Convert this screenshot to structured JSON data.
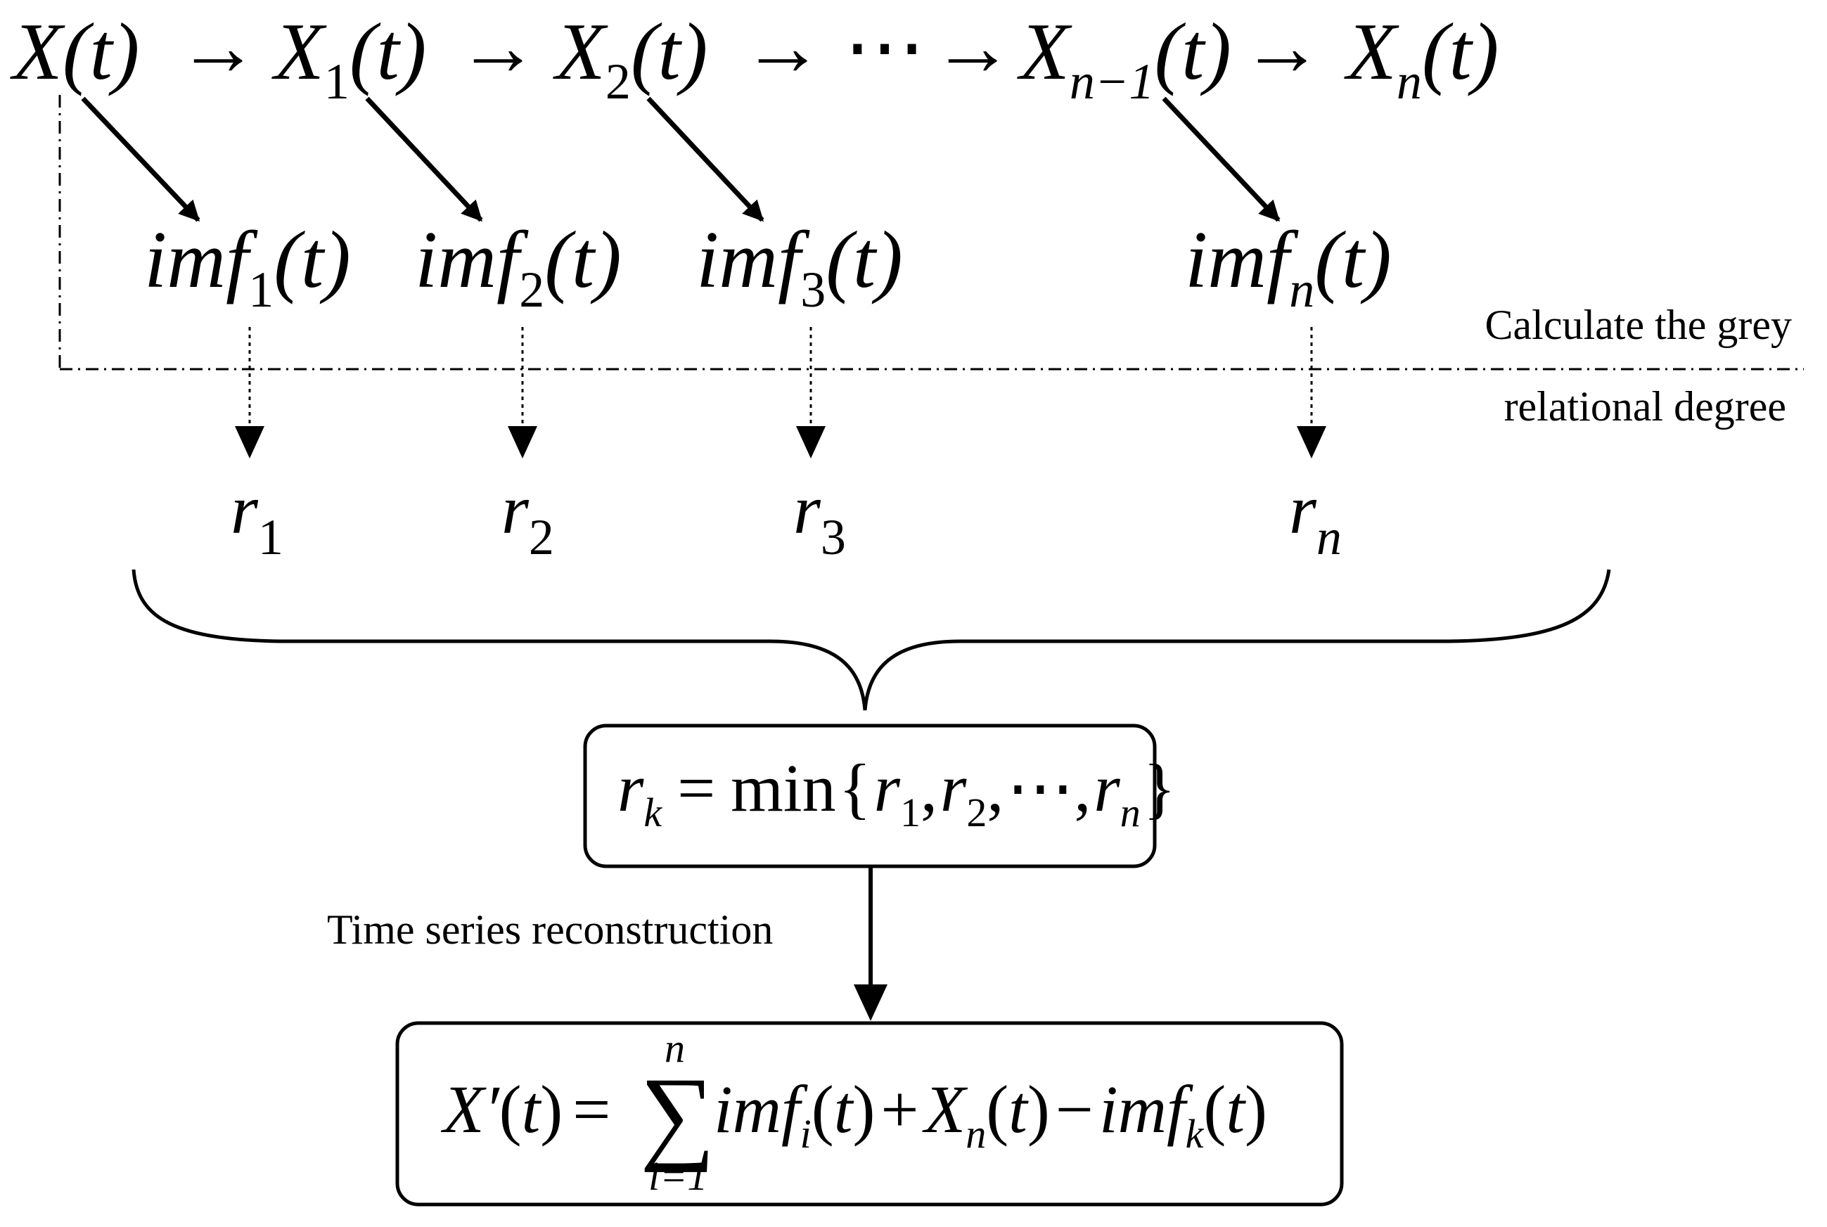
{
  "decomposition_chain": {
    "nodes": [
      {
        "base": "X",
        "sub": "",
        "arg": "(t)"
      },
      {
        "base": "X",
        "sub": "1",
        "arg": "(t)"
      },
      {
        "base": "X",
        "sub": "2",
        "arg": "(t)"
      },
      {
        "base": "X",
        "sub": "n−1",
        "arg": "(t)"
      },
      {
        "base": "X",
        "sub": "n",
        "arg": "(t)"
      }
    ],
    "arrow": "→",
    "ellipsis": "⋯"
  },
  "imf_components": [
    {
      "base": "imf",
      "sub": "1",
      "arg": "(t)"
    },
    {
      "base": "imf",
      "sub": "2",
      "arg": "(t)"
    },
    {
      "base": "imf",
      "sub": "3",
      "arg": "(t)"
    },
    {
      "base": "imf",
      "sub": "n",
      "arg": "(t)"
    }
  ],
  "grey_relation_label": {
    "line1": "Calculate the grey",
    "line2": "relational degree"
  },
  "relational_degrees": [
    {
      "base": "r",
      "sub": "1"
    },
    {
      "base": "r",
      "sub": "2"
    },
    {
      "base": "r",
      "sub": "3"
    },
    {
      "base": "r",
      "sub": "n"
    }
  ],
  "min_box": {
    "lhs_base": "r",
    "lhs_sub": "k",
    "equals": "=",
    "func": "min",
    "open_brace": "{",
    "close_brace": "}",
    "comma": ",",
    "dots": "⋯",
    "args": [
      {
        "base": "r",
        "sub": "1"
      },
      {
        "base": "r",
        "sub": "2"
      },
      {
        "base": "r",
        "sub": "n"
      }
    ]
  },
  "reconstruction_label": "Time series reconstruction",
  "reconstruction_box": {
    "lhs": "X′",
    "paren_open": "(",
    "t": "t",
    "paren_close": ")",
    "equals": "=",
    "sum_symbol": "∑",
    "sum_upper": "n",
    "sum_lower": "i=1",
    "imf": "imf",
    "sub_i": "i",
    "plus": "+",
    "x": "X",
    "sub_n": "n",
    "minus": "−",
    "sub_k": "k"
  }
}
